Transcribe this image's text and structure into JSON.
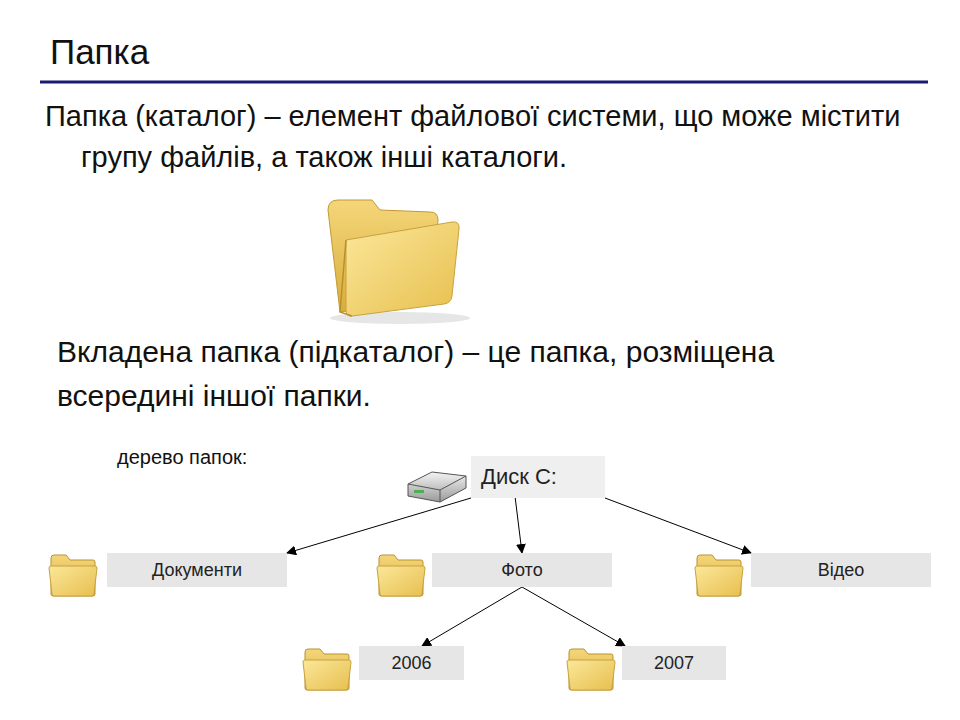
{
  "diagram": {
    "title": "Папка",
    "nodes": [
      {
        "text": [
          "Диск С:"
        ]
      },
      {
        "text": [
          "Документи"
        ]
      },
      {
        "text": [
          "Фото"
        ]
      },
      {
        "text": [
          "Відео"
        ]
      },
      {
        "text": [
          "2006"
        ]
      },
      {
        "text": [
          "2007"
        ]
      }
    ],
    "edges": [
      {
        "from": 0,
        "to": 1,
        "arrow": "to"
      },
      {
        "from": 0,
        "to": 2,
        "arrow": "to"
      },
      {
        "from": 0,
        "to": 3,
        "arrow": "to"
      },
      {
        "from": 2,
        "to": 4,
        "arrow": "to"
      },
      {
        "from": 2,
        "to": 5,
        "arrow": "to"
      }
    ],
    "labels": [
      "Папка (каталог) – елемент файлової системи, що може містити групу файлів, а також інші каталоги.",
      "Вкладена папка (підкаталог) – це папка, розміщена всередині іншої папки.",
      "дерево папок:"
    ]
  }
}
